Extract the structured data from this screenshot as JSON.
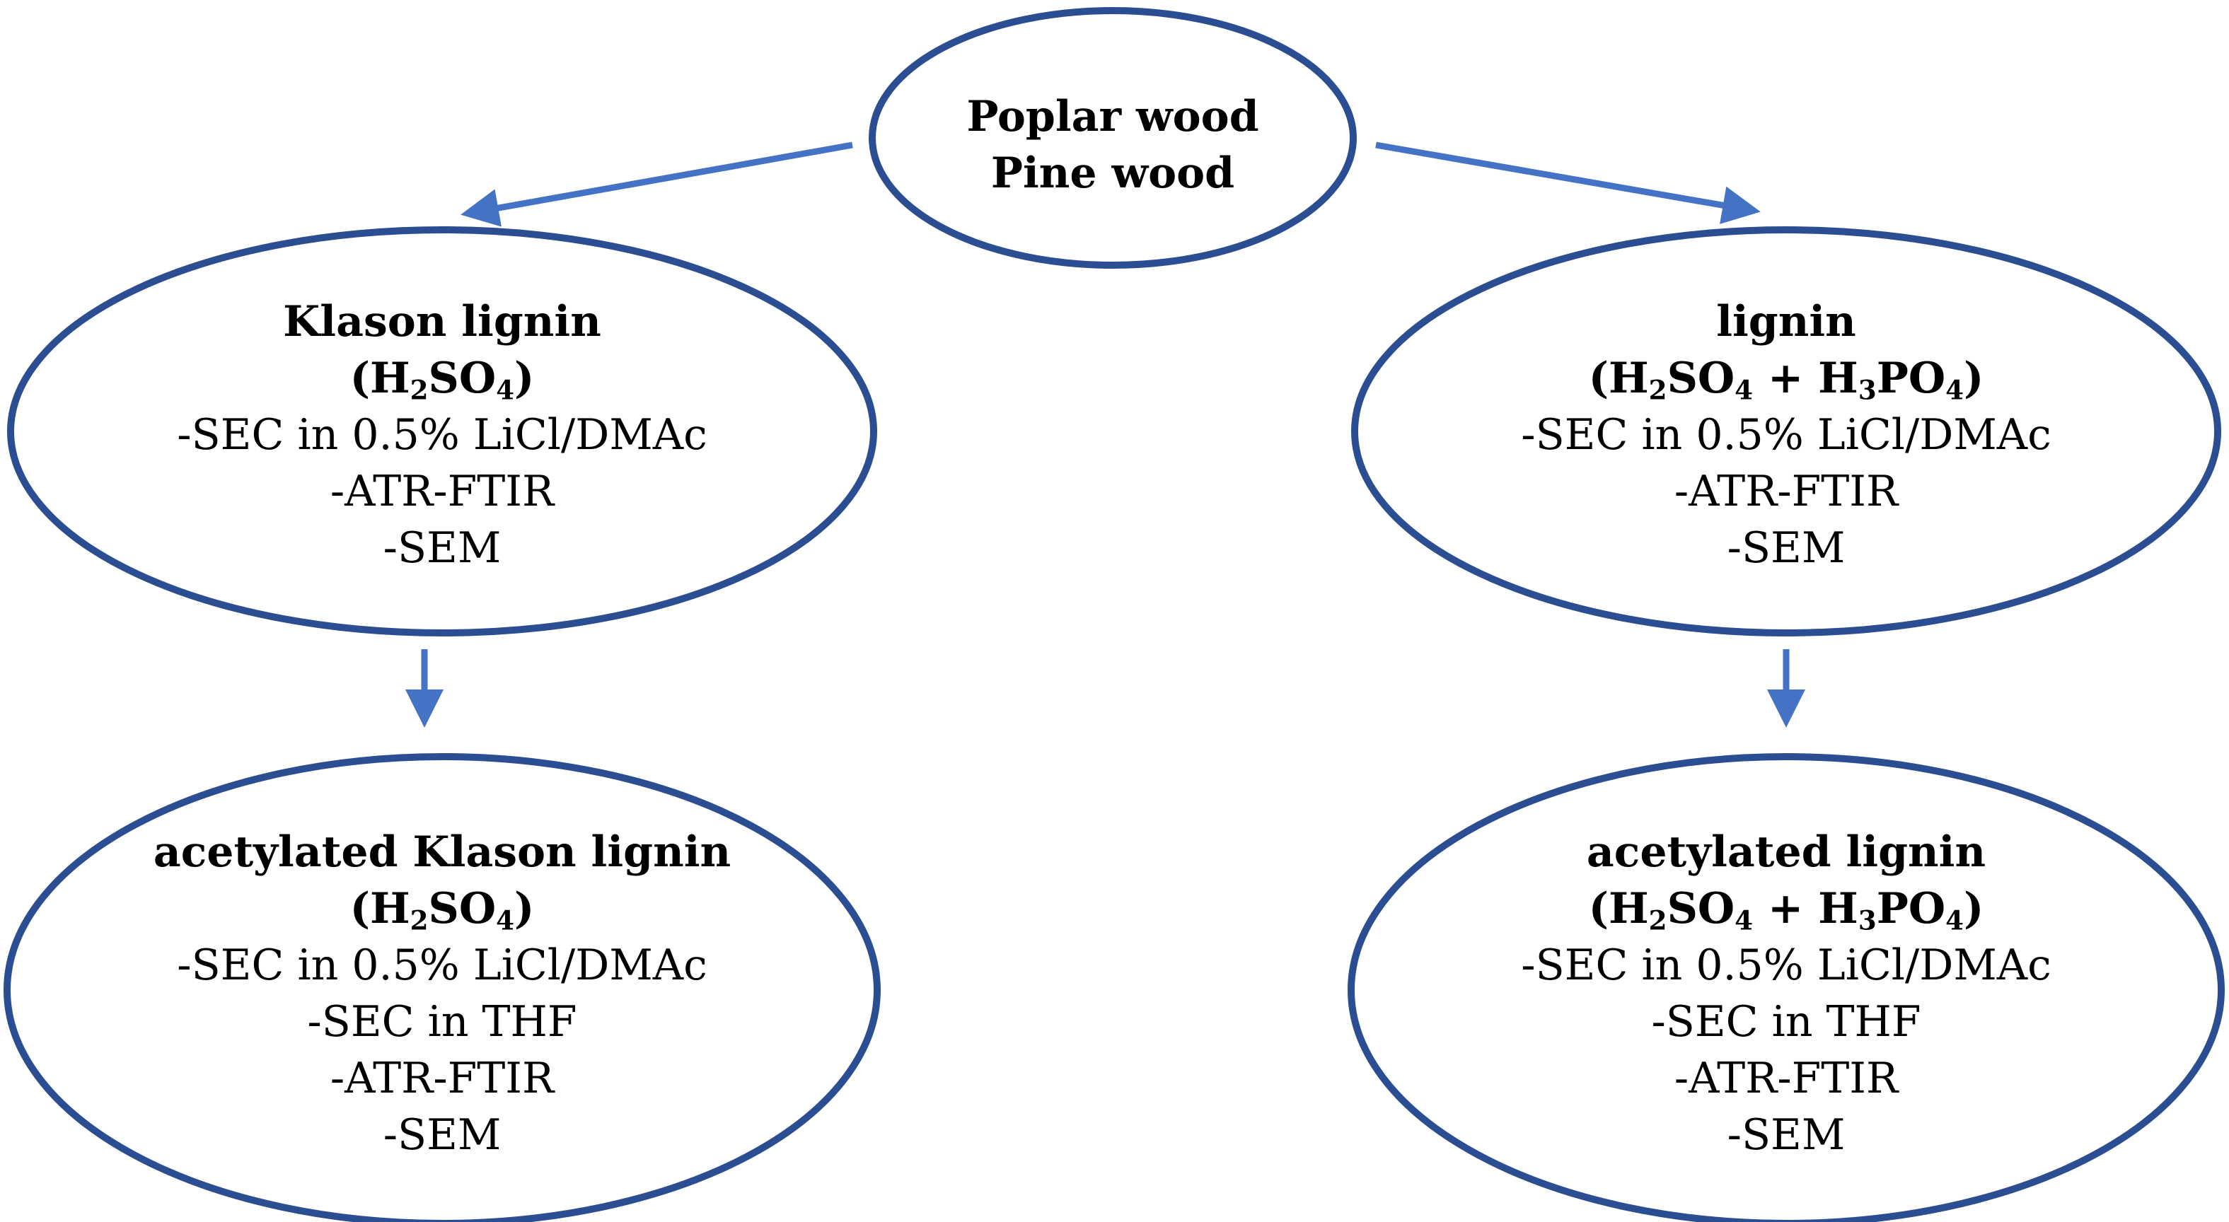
{
  "colors": {
    "ellipse_stroke": "#2b4d91",
    "arrow": "#4472c4",
    "text": "#000000",
    "background": "#ffffff"
  },
  "nodes": {
    "root": {
      "line1": "Poplar wood",
      "line2": "Pine wood"
    },
    "klason": {
      "title": "Klason lignin",
      "formula": "(H2SO4)",
      "items": [
        "-SEC in 0.5% LiCl/DMAc",
        "-ATR-FTIR",
        "-SEM"
      ]
    },
    "lignin": {
      "title": "lignin",
      "formula": "(H2SO4 + H3PO4)",
      "items": [
        "-SEC in 0.5% LiCl/DMAc",
        "-ATR-FTIR",
        "-SEM"
      ]
    },
    "acetylated_klason": {
      "title": "acetylated Klason lignin",
      "formula": "(H2SO4)",
      "items": [
        "-SEC in 0.5% LiCl/DMAc",
        "-SEC in THF",
        "-ATR-FTIR",
        "-SEM"
      ]
    },
    "acetylated_lignin": {
      "title": "acetylated lignin",
      "formula": "(H2SO4 + H3PO4)",
      "items": [
        "-SEC in 0.5% LiCl/DMAc",
        "-SEC in THF",
        "-ATR-FTIR",
        "-SEM"
      ]
    }
  },
  "edges": [
    {
      "from": "root",
      "to": "klason"
    },
    {
      "from": "root",
      "to": "lignin"
    },
    {
      "from": "klason",
      "to": "acetylated_klason"
    },
    {
      "from": "lignin",
      "to": "acetylated_lignin"
    }
  ]
}
